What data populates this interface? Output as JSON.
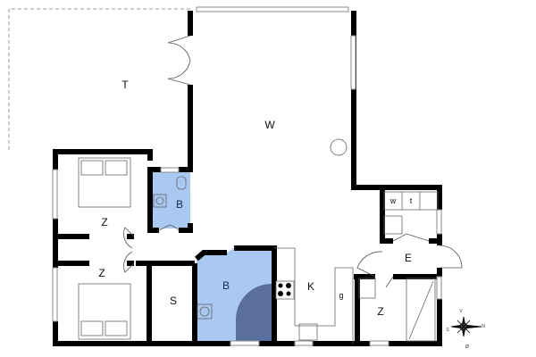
{
  "rooms": {
    "terrace": "T",
    "living": "W",
    "bath_small": "B",
    "bedroom_1": "Z",
    "bedroom_2": "Z",
    "bath_large": "B",
    "storage": "S",
    "kitchen": "K",
    "entry": "E",
    "bedroom_3": "Z",
    "washer": "w",
    "dryer": "t",
    "g": "g"
  },
  "compass": {
    "north": "N",
    "south": "S",
    "west": "V",
    "east": "Ø"
  },
  "colors": {
    "wall": "#000000",
    "bath": "#a9c8f2",
    "shower": "#5b6f9e"
  }
}
